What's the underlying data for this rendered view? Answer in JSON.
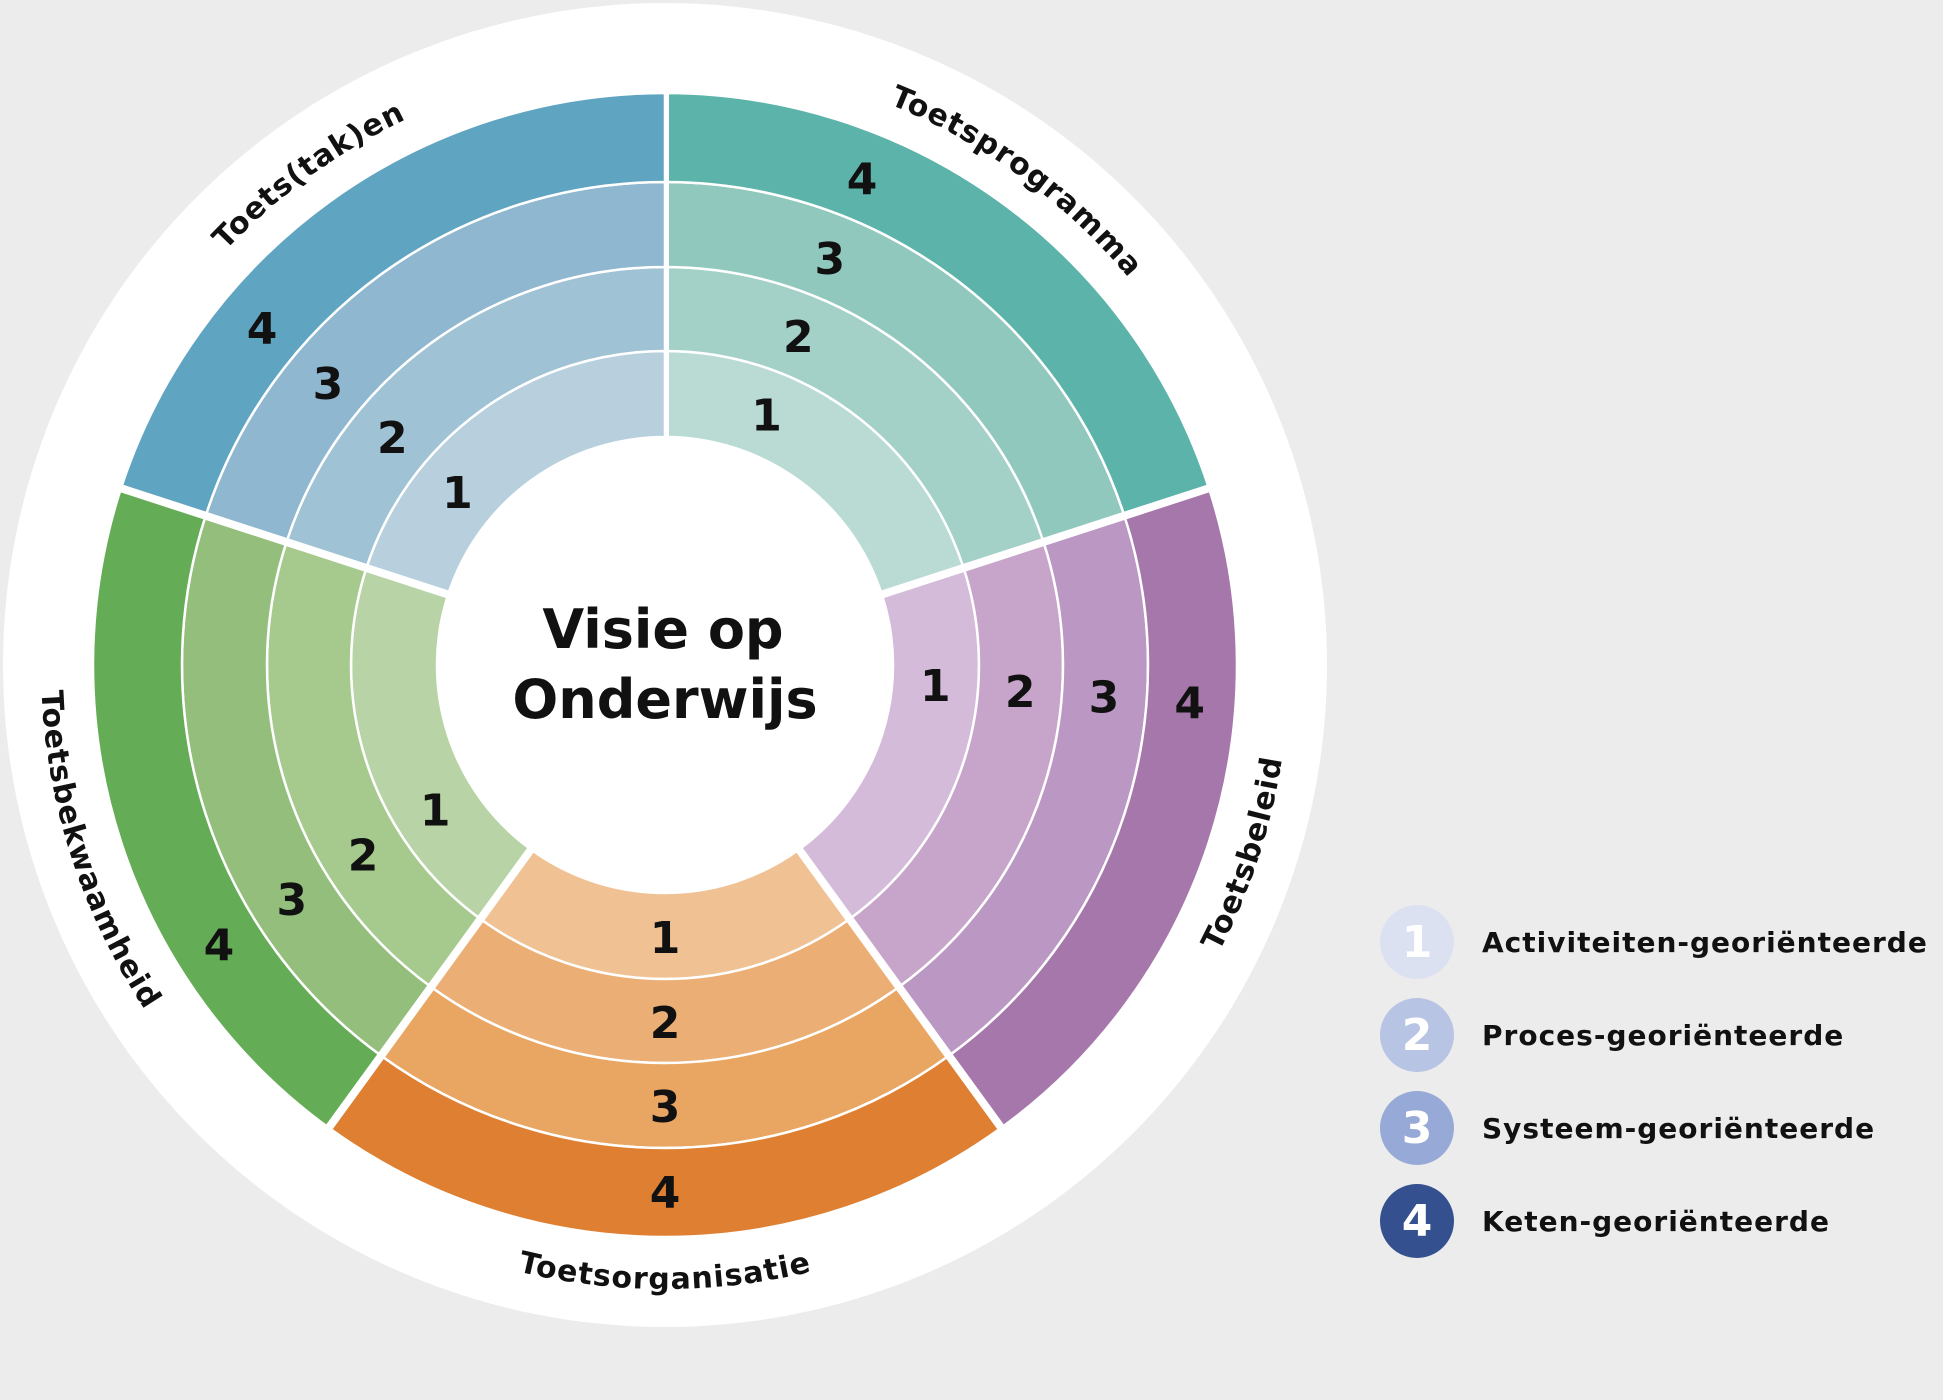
{
  "center": {
    "line1": "Visie op",
    "line2": "Onderwijs"
  },
  "level_numbers": [
    "1",
    "2",
    "3",
    "4"
  ],
  "sectors": [
    {
      "id": "toetsprogramma",
      "label": "Toetsprogramma",
      "colors": [
        "#b9dbd4",
        "#a3d0c7",
        "#91c8bd",
        "#5bb3a9"
      ]
    },
    {
      "id": "toetsbeleid",
      "label": "Toetsbeleid",
      "colors": [
        "#d4bbd9",
        "#c7a5ca",
        "#bb97c3",
        "#a677aa"
      ]
    },
    {
      "id": "toetsorganisatie",
      "label": "Toetsorganisatie",
      "colors": [
        "#f0c293",
        "#ebae74",
        "#e9a662",
        "#de7f31"
      ]
    },
    {
      "id": "toetsbekwaamheid",
      "label": "Toetsbekwaamheid",
      "colors": [
        "#b8d4a7",
        "#a6c98e",
        "#93be7c",
        "#65ac56"
      ]
    },
    {
      "id": "toetstaken",
      "label": "Toets(tak)en",
      "colors": [
        "#b8d0de",
        "#a0c2d5",
        "#8fb7cf",
        "#5fa4c1"
      ]
    }
  ],
  "legend": [
    {
      "number": "1",
      "label": "Activiteiten-georiënteerde",
      "color": "#dbe1f1"
    },
    {
      "number": "2",
      "label": "Proces-georiënteerde",
      "color": "#b7c4e4"
    },
    {
      "number": "3",
      "label": "Systeem-georiënteerde",
      "color": "#97a9d6"
    },
    {
      "number": "4",
      "label": "Keten-georiënteerde",
      "color": "#34508f"
    }
  ]
}
